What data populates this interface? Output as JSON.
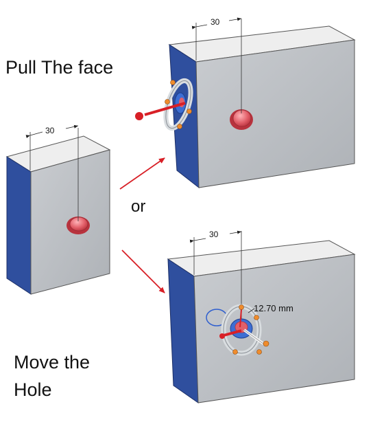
{
  "captions": {
    "pull_face": "Pull The face",
    "or": "or",
    "move_hole_line1": "Move the",
    "move_hole_line2": "Hole"
  },
  "dimensions": {
    "original_block": "30",
    "pulled_block": "30",
    "moved_block": "30"
  },
  "hole_readout": "12.70 mm",
  "colors": {
    "front_face": "#bcc0c4",
    "top_face": "#eeeeee",
    "side_face": "#2f4f9e",
    "hole": "#e0606a",
    "arrow": "#d81f26",
    "handle": "#ef8c2d"
  }
}
